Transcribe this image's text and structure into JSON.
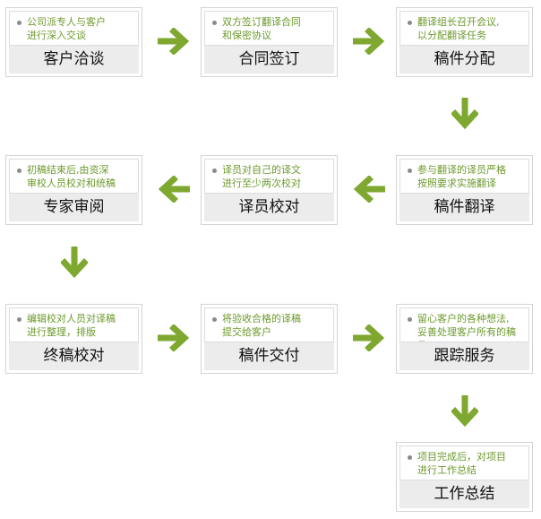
{
  "accent_color": "#7ea82f",
  "steps": [
    {
      "desc_line1": "公司派专人与客户",
      "desc_line2": "进行深入交谈",
      "title": "客户洽谈"
    },
    {
      "desc_line1": "双方签订翻译合同",
      "desc_line2": "和保密协议",
      "title": "合同签订"
    },
    {
      "desc_line1": "翻译组长召开会议,",
      "desc_line2": "以分配翻译任务",
      "title": "稿件分配"
    },
    {
      "desc_line1": "参与翻译的译员严格",
      "desc_line2": "按照要求实施翻译",
      "title": "稿件翻译"
    },
    {
      "desc_line1": "译员对自己的译文",
      "desc_line2": "进行至少两次校对",
      "title": "译员校对"
    },
    {
      "desc_line1": "初稿结束后,由资深",
      "desc_line2": "审校人员校对和统稿",
      "title": "专家审阅"
    },
    {
      "desc_line1": "编辑校对人员对译稿",
      "desc_line2": "进行整理，排版",
      "title": "终稿校对"
    },
    {
      "desc_line1": "将验收合格的译稿",
      "desc_line2": "提交给客户",
      "title": "稿件交付"
    },
    {
      "desc_line1": "留心客户的各种想法,",
      "desc_line2": "妥善处理客户所有的稿件",
      "title": "跟踪服务"
    },
    {
      "desc_line1": "项目完成后，对项目",
      "desc_line2": "进行工作总结",
      "title": "工作总结"
    }
  ],
  "arrows": [
    {
      "name": "arrow-right-1",
      "direction": "right"
    },
    {
      "name": "arrow-right-2",
      "direction": "right"
    },
    {
      "name": "arrow-down-1",
      "direction": "down"
    },
    {
      "name": "arrow-left-1",
      "direction": "left"
    },
    {
      "name": "arrow-left-2",
      "direction": "left"
    },
    {
      "name": "arrow-down-2",
      "direction": "down"
    },
    {
      "name": "arrow-right-3",
      "direction": "right"
    },
    {
      "name": "arrow-right-4",
      "direction": "right"
    },
    {
      "name": "arrow-down-3",
      "direction": "down"
    }
  ]
}
